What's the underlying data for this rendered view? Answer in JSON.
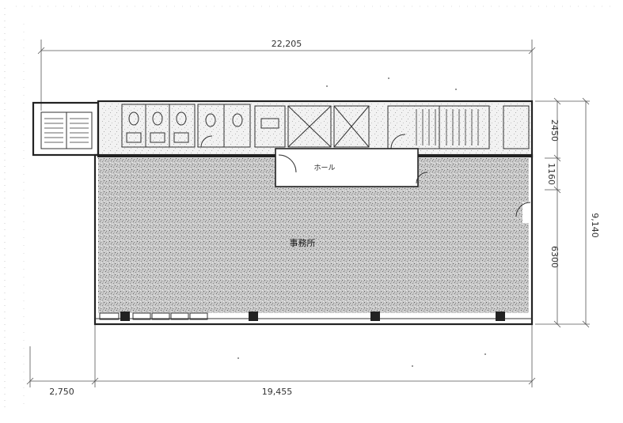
{
  "plan": {
    "dimensions": {
      "total_width": "22,205",
      "right_top": "2450",
      "right_mid": "1160",
      "right_total": "9,140",
      "right_office": "6300",
      "bottom_left": "2,750",
      "bottom_main": "19,455"
    },
    "rooms": {
      "hall": "ホール",
      "office": "事務所"
    }
  }
}
